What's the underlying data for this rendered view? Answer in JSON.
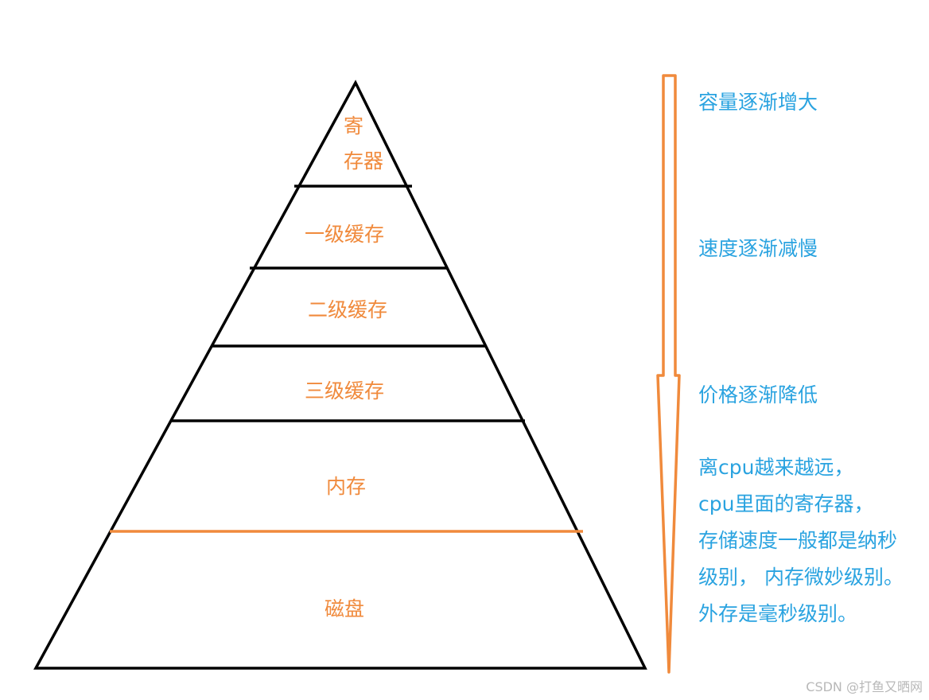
{
  "pyramid": {
    "layers": [
      {
        "id": "register",
        "label_lines": [
          "寄",
          "存器"
        ]
      },
      {
        "id": "l1",
        "label": "一级缓存"
      },
      {
        "id": "l2",
        "label": "二级缓存"
      },
      {
        "id": "l3",
        "label": "三级缓存"
      },
      {
        "id": "memory",
        "label": "内存"
      },
      {
        "id": "disk",
        "label": "磁盘"
      }
    ]
  },
  "side": {
    "capacity": "容量逐渐增大",
    "speed": "速度逐渐减慢",
    "price": "价格逐渐降低",
    "notes": [
      "离cpu越来越远，",
      "cpu里面的寄存器，",
      "存储速度一般都是纳秒",
      "级别， 内存微妙级别。",
      "外存是毫秒级别。"
    ]
  },
  "watermark": "CSDN @打鱼又晒网",
  "colors": {
    "outline": "#000000",
    "orange": "#f08a3c",
    "blue": "#2aa3e0",
    "watermark": "#b8b8b8"
  }
}
